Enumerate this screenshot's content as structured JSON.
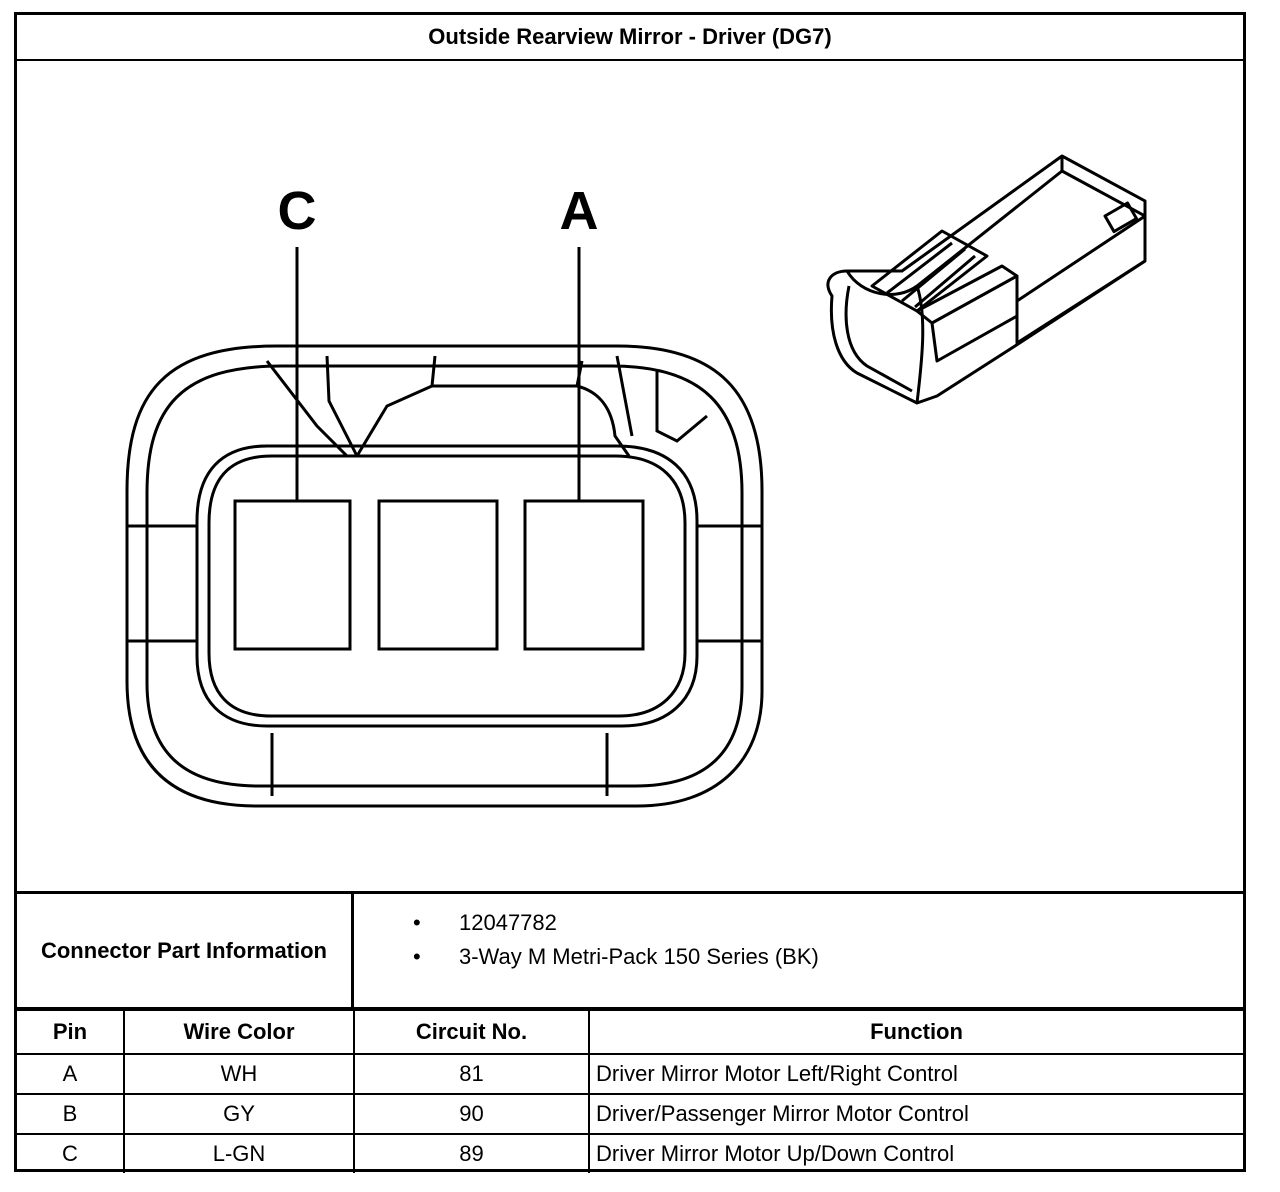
{
  "title": "Outside Rearview Mirror - Driver (DG7)",
  "diagram": {
    "pin_labels": [
      "C",
      "A"
    ]
  },
  "connector_info": {
    "label": "Connector Part Information",
    "items": [
      "12047782",
      "3-Way M Metri-Pack 150 Series (BK)"
    ]
  },
  "table": {
    "headers": [
      "Pin",
      "Wire Color",
      "Circuit No.",
      "Function"
    ],
    "rows": [
      [
        "A",
        "WH",
        "81",
        "Driver Mirror Motor Left/Right Control"
      ],
      [
        "B",
        "GY",
        "90",
        "Driver/Passenger Mirror Motor Control"
      ],
      [
        "C",
        "L-GN",
        "89",
        "Driver Mirror Motor Up/Down Control"
      ]
    ]
  }
}
